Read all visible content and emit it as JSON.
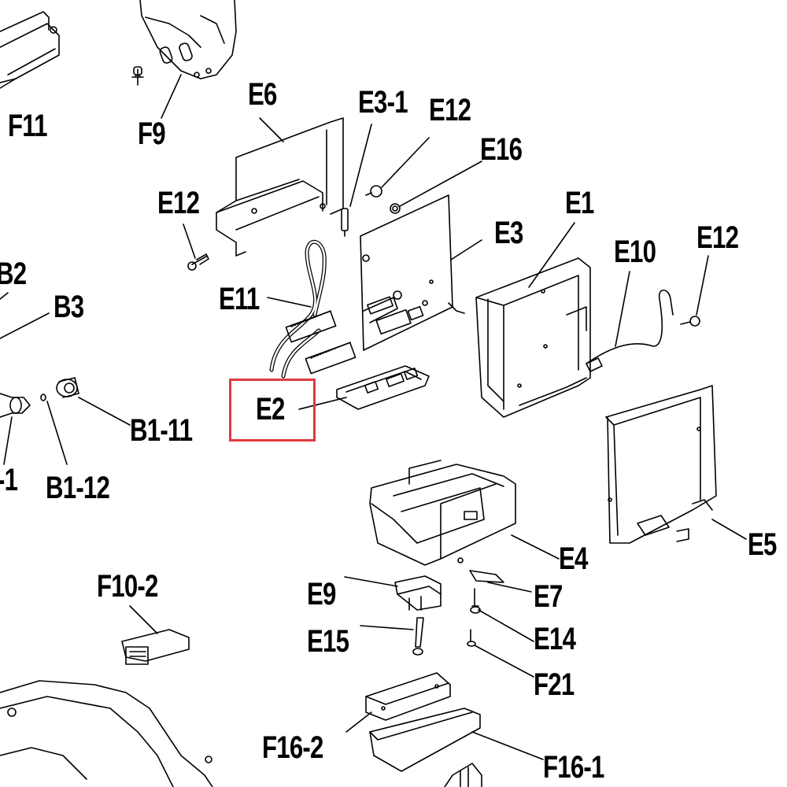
{
  "diagram": {
    "highlight_color": "#e03a3e",
    "line_color": "#000000",
    "highlighted_part": "E2",
    "labels": {
      "F11": "F11",
      "F9": "F9",
      "E6": "E6",
      "E3_1": "E3-1",
      "E12_top": "E12",
      "E16": "E16",
      "E12_left": "E12",
      "E1": "E1",
      "E3": "E3",
      "E10": "E10",
      "E12_right": "E12",
      "B2": "B2",
      "B3": "B3",
      "E11": "E11",
      "E2": "E2",
      "B1_11": "B1-11",
      "B1_1": "-1",
      "B1_12": "B1-12",
      "E4": "E4",
      "E5": "E5",
      "F10_2": "F10-2",
      "E9": "E9",
      "E7": "E7",
      "E15": "E15",
      "E14": "E14",
      "F21": "F21",
      "F16_2": "F16-2",
      "F16_1": "F16-1"
    }
  }
}
